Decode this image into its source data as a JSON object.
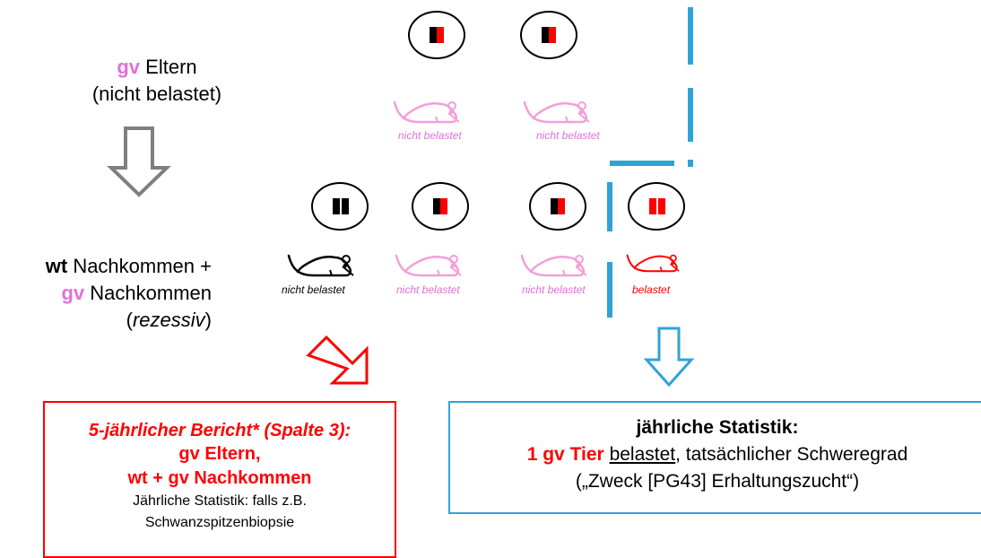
{
  "left_labels": {
    "parents_prefix": "gv",
    "parents_word": "Eltern",
    "parents_note": "(nicht belastet)",
    "offspring_wt_prefix": "wt",
    "offspring_wt_word": "Nachkommen +",
    "offspring_gv_prefix": "gv",
    "offspring_gv_word": "Nachkommen",
    "offspring_mode_open": "(",
    "offspring_mode": "rezessiv",
    "offspring_mode_close": ")"
  },
  "mice": {
    "parent_1": "nicht belastet",
    "parent_2": "nicht belastet",
    "child_1": "nicht belastet",
    "child_2": "nicht belastet",
    "child_3": "nicht belastet",
    "child_4": "belastet"
  },
  "red_box": {
    "title": "5-jährlicher Bericht* (Spalte 3):",
    "line1": "gv Eltern,",
    "line2": "wt + gv Nachkommen",
    "line3": "Jährliche Statistik: falls z.B.",
    "line4": "Schwanzspitzenbiopsie"
  },
  "blue_box": {
    "title": "jährliche Statistik:",
    "highlight": "1 gv Tier",
    "underlined": "belastet",
    "rest": ", tatsächlicher Schweregrad",
    "line3": "(„Zweck [PG43] Erhaltungszucht“)"
  },
  "colors": {
    "pink": "#e36fd9",
    "red": "#ff0000",
    "blue": "#2fa3d8",
    "gray": "#7f7f7f",
    "black": "#000000"
  },
  "icons": [
    "mouse-icon",
    "genotype-circle-icon",
    "down-arrow-icon"
  ]
}
